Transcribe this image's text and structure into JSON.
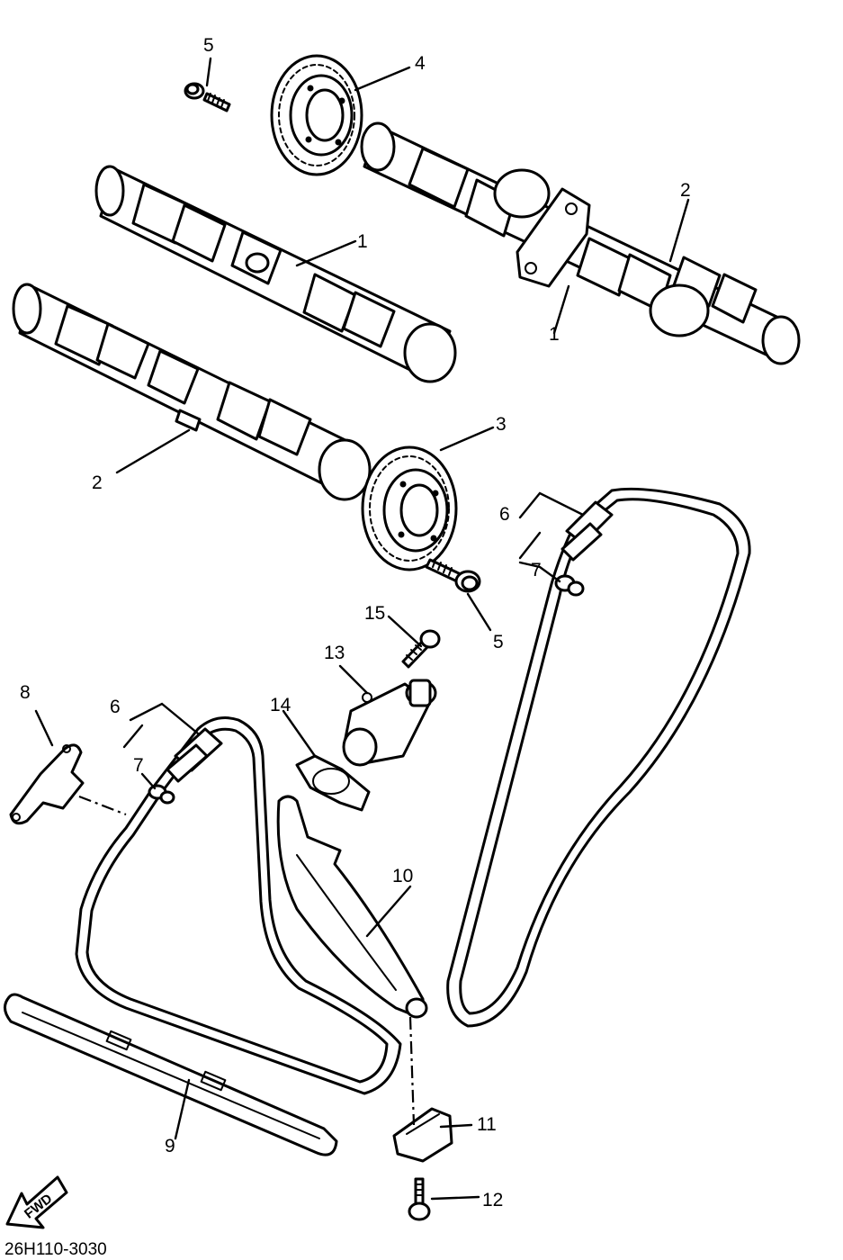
{
  "diagram": {
    "drawing_code": "26H110-3030",
    "fwd_label": "FWD",
    "callouts": {
      "c1a": "1",
      "c1b": "1",
      "c2a": "2",
      "c2b": "2",
      "c3": "3",
      "c4": "4",
      "c5a": "5",
      "c5b": "5",
      "c6a": "6",
      "c6b": "6",
      "c7a": "7",
      "c7b": "7",
      "c8": "8",
      "c9": "9",
      "c10": "10",
      "c11": "11",
      "c12": "12",
      "c13": "13",
      "c14": "14",
      "c15": "15"
    }
  }
}
